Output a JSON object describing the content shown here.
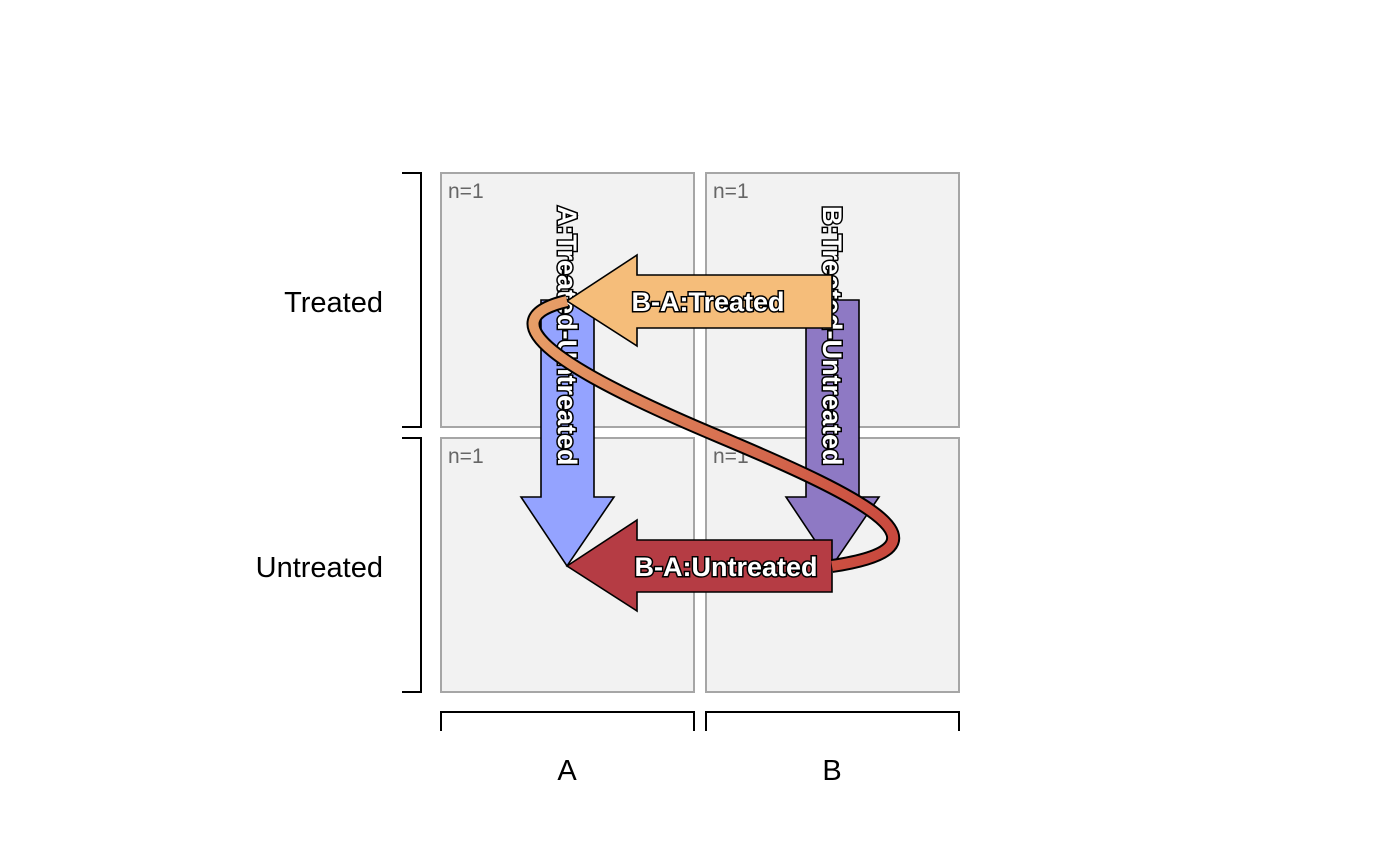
{
  "rows": [
    "Treated",
    "Untreated"
  ],
  "columns": [
    "A",
    "B"
  ],
  "cells": [
    {
      "row": "Treated",
      "column": "A",
      "n": "n=1"
    },
    {
      "row": "Treated",
      "column": "B",
      "n": "n=1"
    },
    {
      "row": "Untreated",
      "column": "A",
      "n": "n=1"
    },
    {
      "row": "Untreated",
      "column": "B",
      "n": "n=1"
    }
  ],
  "contrasts": {
    "a_treated_untreated": {
      "label": "A:Treated-Untreated",
      "color": "#94a3ff"
    },
    "b_treated_untreated": {
      "label": "B:Treated-Untreated",
      "color": "#8e79c4"
    },
    "ba_treated": {
      "label": "B-A:Treated",
      "color": "#f5bd7a"
    },
    "ba_untreated": {
      "label": "B-A:Untreated",
      "color": "#b53c44"
    },
    "interaction": {
      "color": "#d97a5a"
    }
  }
}
